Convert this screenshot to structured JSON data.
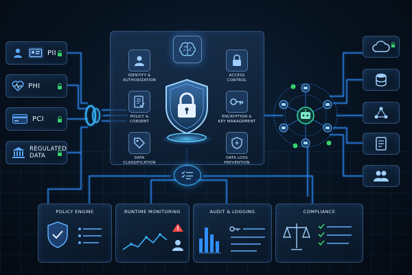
{
  "left_sources": [
    {
      "label": "PII",
      "icon": "person-id-icon"
    },
    {
      "label": "PHI",
      "icon": "heart-pulse-icon"
    },
    {
      "label": "PCI",
      "icon": "credit-card-icon"
    },
    {
      "label": "REGULATED\nDATA",
      "icon": "bank-building-icon"
    }
  ],
  "center_modules": [
    {
      "label": "IDENTITY &\nAUTHORIZATION",
      "icon": "user-icon"
    },
    {
      "label": "ACCESS\nCONTROL",
      "icon": "padlock-icon"
    },
    {
      "label": "POLICY &\nCONSENT",
      "icon": "document-check-icon"
    },
    {
      "label": "ENCRYPTION &\nKEY MANAGEMENT",
      "icon": "key-icon"
    },
    {
      "label": "DATA\nCLASSIFICATION",
      "icon": "tag-icon"
    },
    {
      "label": "DATA LOSS\nPREVENTION",
      "icon": "shield-small-icon"
    }
  ],
  "right_outputs": [
    "cloud-icon",
    "database-icon",
    "network-icon",
    "document-icon",
    "users-icon"
  ],
  "bottom_panels": [
    {
      "title": "POLICY ENGINE"
    },
    {
      "title": "RUNTIME MONITORING"
    },
    {
      "title": "AUDIT & LOGGING"
    },
    {
      "title": "COMPLIANCE"
    }
  ],
  "colors": {
    "accent": "#2f8fff",
    "glow": "#39b6ff",
    "success": "#35d36b",
    "alert": "#ff4a4a",
    "text": "#e6f2ff"
  }
}
